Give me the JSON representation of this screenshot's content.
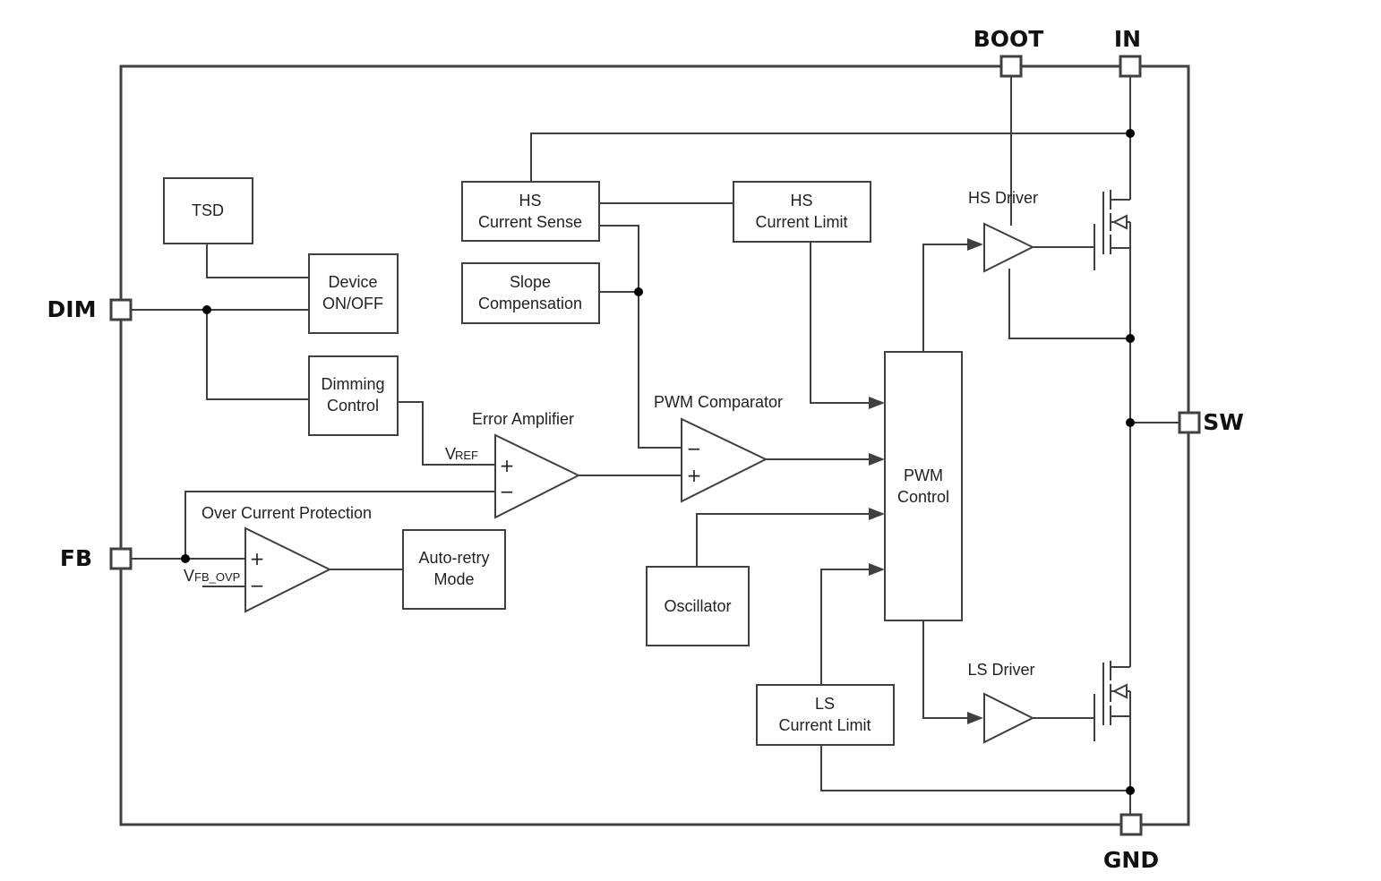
{
  "pins": {
    "boot": "BOOT",
    "in": "IN",
    "dim": "DIM",
    "fb": "FB",
    "sw": "SW",
    "gnd": "GND"
  },
  "blocks": {
    "tsd": "TSD",
    "device_on_off": [
      "Device",
      "ON/OFF"
    ],
    "dimming_control": [
      "Dimming",
      "Control"
    ],
    "hs_current_sense": [
      "HS",
      "Current Sense"
    ],
    "slope_compensation": [
      "Slope",
      "Compensation"
    ],
    "hs_current_limit": [
      "HS",
      "Current Limit"
    ],
    "auto_retry_mode": [
      "Auto-retry",
      "Mode"
    ],
    "oscillator": "Oscillator",
    "ls_current_limit": [
      "LS",
      "Current Limit"
    ],
    "pwm_control": [
      "PWM",
      "Control"
    ]
  },
  "labels": {
    "error_amplifier": "Error Amplifier",
    "pwm_comparator": "PWM Comparator",
    "over_current_protection": "Over Current Protection",
    "hs_driver": "HS Driver",
    "ls_driver": "LS Driver",
    "vref_main": "V",
    "vref_sub": "REF",
    "vfb_ovp_main": "V",
    "vfb_ovp_sub": "FB_OVP"
  },
  "symbols": {
    "plus": "+",
    "minus": "−"
  }
}
